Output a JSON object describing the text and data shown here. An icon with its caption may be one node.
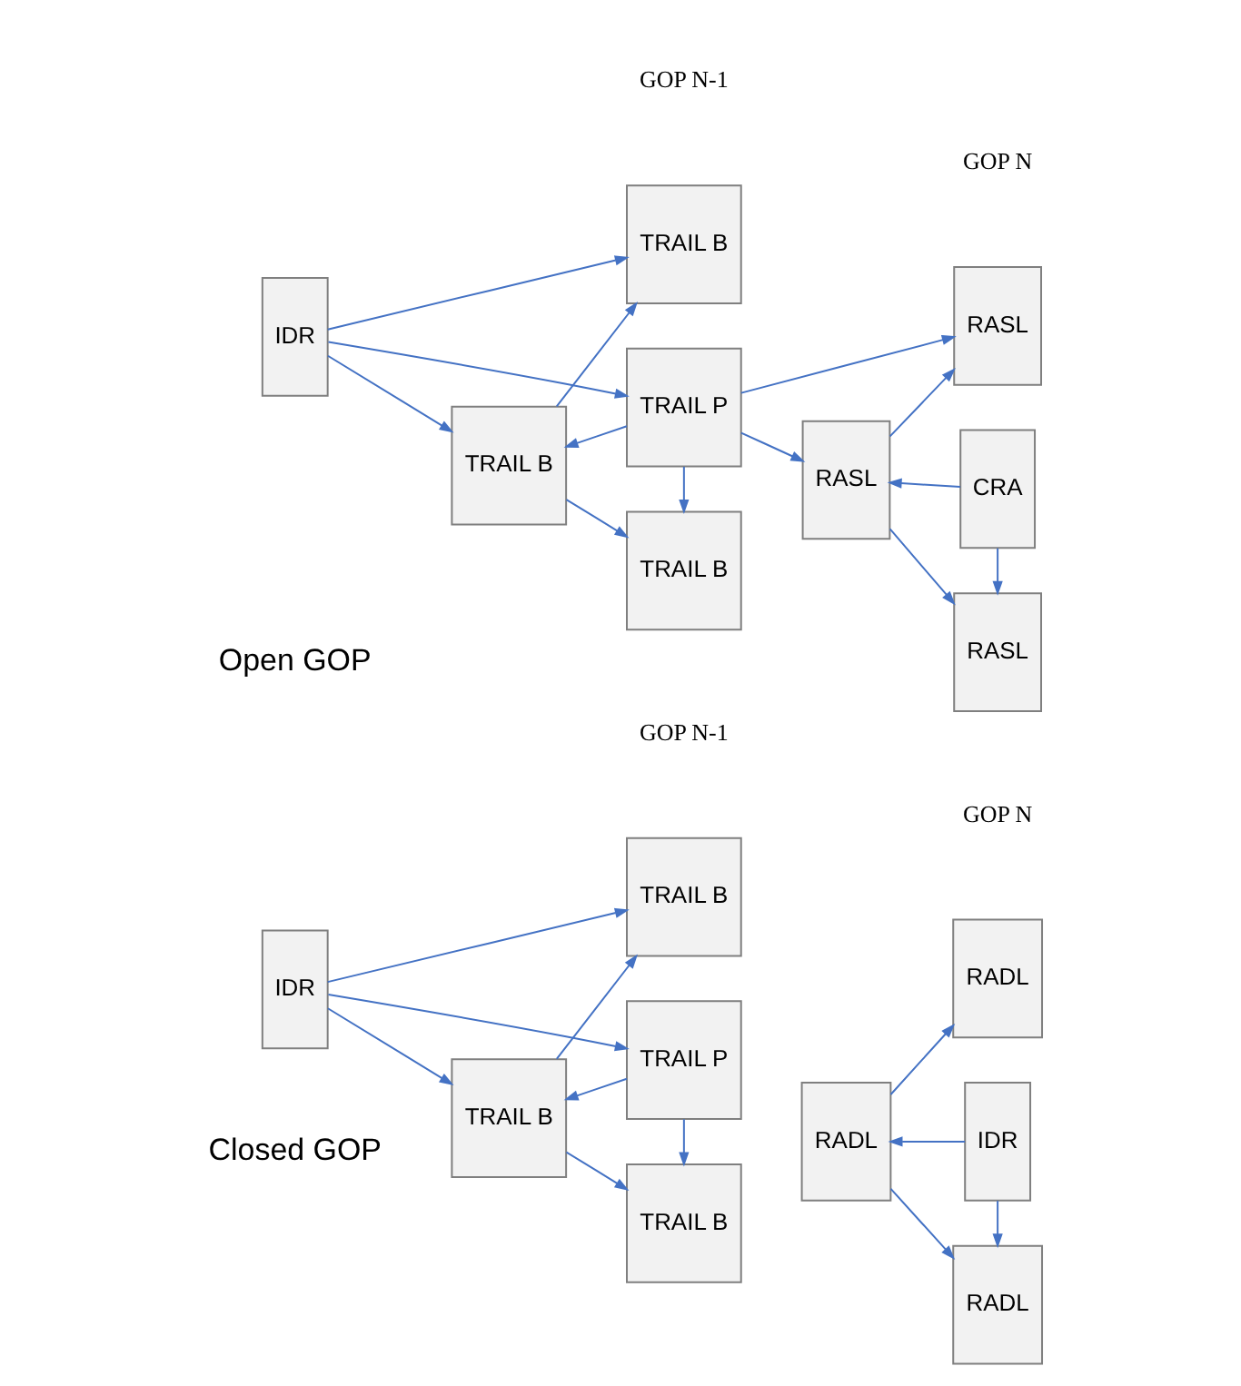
{
  "diagram": {
    "nodes": [
      {
        "text": [
          "IDR"
        ]
      },
      {
        "text": [
          "TRAIL B"
        ]
      },
      {
        "text": [
          "TRAIL B"
        ]
      },
      {
        "text": [
          "TRAIL B"
        ]
      },
      {
        "text": [
          "TRAIL P"
        ]
      },
      {
        "text": [
          "RADL"
        ]
      },
      {
        "text": [
          "RADL"
        ]
      },
      {
        "text": [
          "RADL"
        ]
      },
      {
        "text": [
          "IDR"
        ]
      },
      {
        "text": [
          "IDR"
        ]
      },
      {
        "text": [
          "TRAIL B"
        ]
      },
      {
        "text": [
          "TRAIL B"
        ]
      },
      {
        "text": [
          "TRAIL B"
        ]
      },
      {
        "text": [
          "TRAIL P"
        ]
      },
      {
        "text": [
          "RASL"
        ]
      },
      {
        "text": [
          "RASL"
        ]
      },
      {
        "text": [
          "RASL"
        ]
      },
      {
        "text": [
          "CRA"
        ]
      }
    ],
    "edges": [
      {
        "from": 0,
        "to": 1,
        "arrow": "to"
      },
      {
        "from": 0,
        "to": 2,
        "arrow": "to"
      },
      {
        "from": 0,
        "to": 4,
        "arrow": "to"
      },
      {
        "from": 2,
        "to": 1,
        "arrow": "to"
      },
      {
        "from": 2,
        "to": 3,
        "arrow": "to"
      },
      {
        "from": 4,
        "to": 2,
        "arrow": "to"
      },
      {
        "from": 4,
        "to": 3,
        "arrow": "to"
      },
      {
        "from": 6,
        "to": 5,
        "arrow": "to"
      },
      {
        "from": 6,
        "to": 7,
        "arrow": "to"
      },
      {
        "from": 8,
        "to": 6,
        "arrow": "to"
      },
      {
        "from": 8,
        "to": 7,
        "arrow": "to"
      },
      {
        "from": 9,
        "to": 10,
        "arrow": "to"
      },
      {
        "from": 9,
        "to": 11,
        "arrow": "to"
      },
      {
        "from": 9,
        "to": 13,
        "arrow": "to"
      },
      {
        "from": 11,
        "to": 10,
        "arrow": "to"
      },
      {
        "from": 11,
        "to": 12,
        "arrow": "to"
      },
      {
        "from": 13,
        "to": 11,
        "arrow": "to"
      },
      {
        "from": 13,
        "to": 12,
        "arrow": "to"
      },
      {
        "from": 13,
        "to": 14,
        "arrow": "to"
      },
      {
        "from": 13,
        "to": 15,
        "arrow": "to"
      },
      {
        "from": 15,
        "to": 14,
        "arrow": "to"
      },
      {
        "from": 15,
        "to": 16,
        "arrow": "to"
      },
      {
        "from": 17,
        "to": 15,
        "arrow": "to"
      },
      {
        "from": 17,
        "to": 16,
        "arrow": "to"
      }
    ],
    "labels": [
      "Closed GOP",
      "GOP N-1",
      "GOP N",
      "Open GOP",
      "GOP N-1",
      "GOP N"
    ]
  }
}
